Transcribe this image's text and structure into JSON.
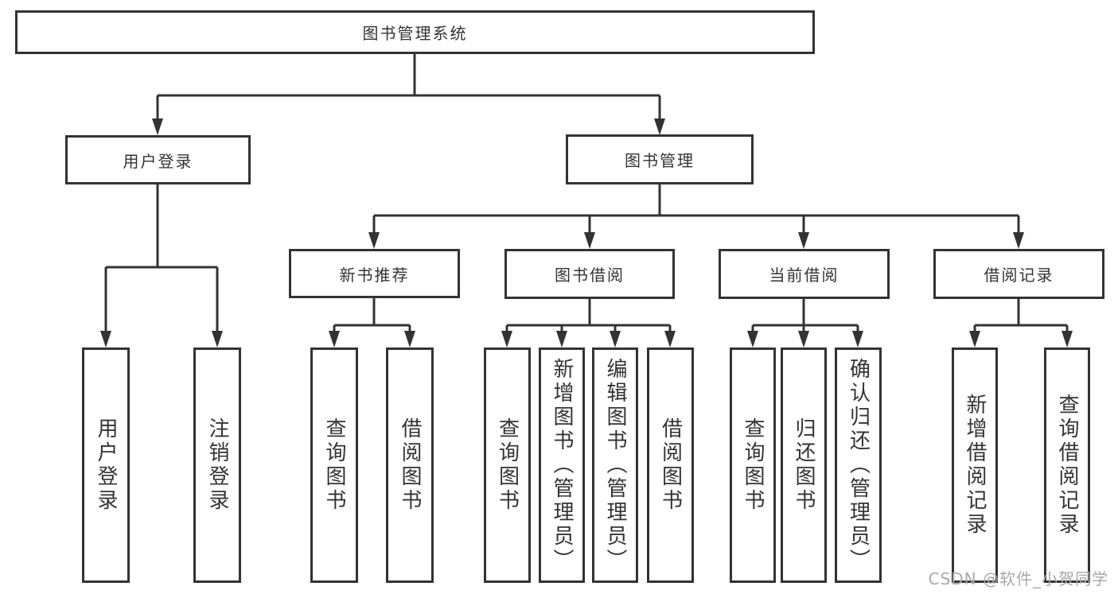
{
  "diagram": {
    "watermark": "CSDN @软件_小贺同学",
    "colors": {
      "line": "#333333",
      "box_border": "#333333",
      "text": "#333333",
      "watermark": "#a8a8a8",
      "background": "#ffffff"
    },
    "tree": {
      "label": "图书管理系统",
      "children": [
        {
          "label": "用户登录",
          "children": [
            {
              "label": "用户登录"
            },
            {
              "label": "注销登录"
            }
          ]
        },
        {
          "label": "图书管理",
          "children": [
            {
              "label": "新书推荐",
              "children": [
                {
                  "label": "查询图书"
                },
                {
                  "label": "借阅图书"
                }
              ]
            },
            {
              "label": "图书借阅",
              "children": [
                {
                  "label": "查询图书"
                },
                {
                  "label": "新增图书（管理员）"
                },
                {
                  "label": "编辑图书（管理员）"
                },
                {
                  "label": "借阅图书"
                }
              ]
            },
            {
              "label": "当前借阅",
              "children": [
                {
                  "label": "查询图书"
                },
                {
                  "label": "归还图书"
                },
                {
                  "label": "确认归还（管理员）"
                }
              ]
            },
            {
              "label": "借阅记录",
              "children": [
                {
                  "label": "新增借阅记录"
                },
                {
                  "label": "查询借阅记录"
                }
              ]
            }
          ]
        }
      ]
    }
  }
}
